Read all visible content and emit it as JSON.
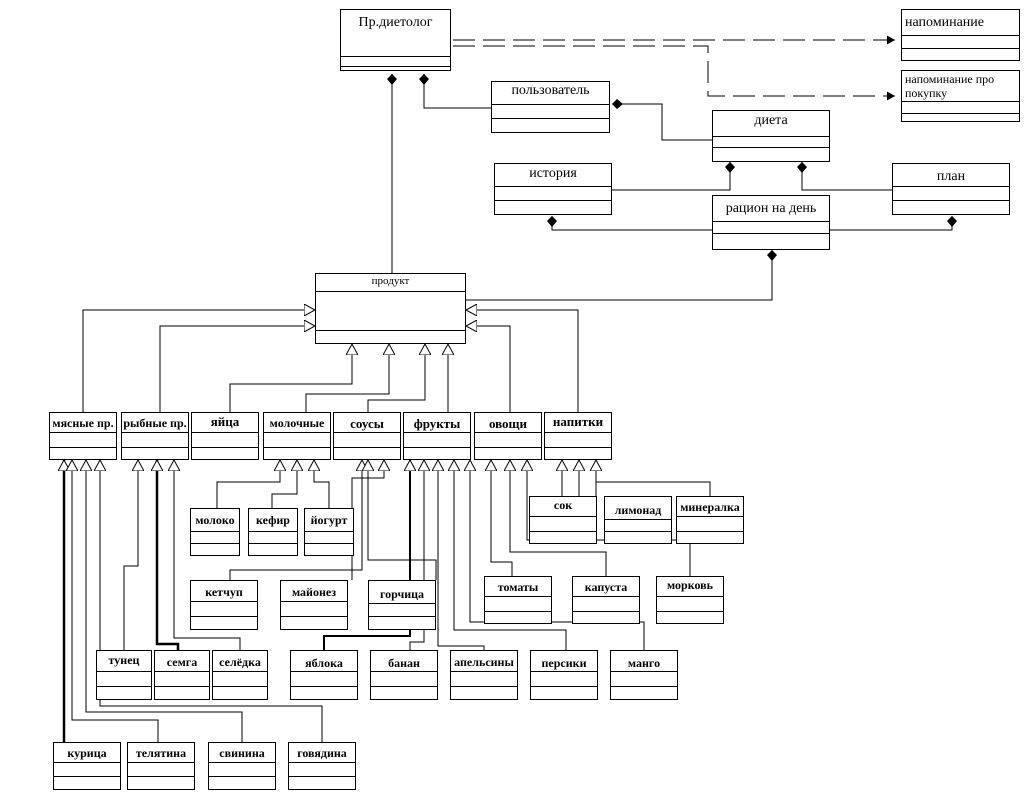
{
  "classes": {
    "dietolog": "Пр.диетолог",
    "reminder": "напоминание",
    "reminder_purchase": "напоминание про покупку",
    "user": "пользователь",
    "diet": "диета",
    "history": "история",
    "plan": "план",
    "day_ration": "рацион на день",
    "product": "продукт",
    "meat": "мясные пр.",
    "fish": "рыбные пр.",
    "eggs": "яйца",
    "dairy": "молочные",
    "sauces": "соусы",
    "fruits": "фрукты",
    "vegetables": "овощи",
    "drinks": "напитки",
    "milk": "молоко",
    "kefir": "кефир",
    "yogurt": "йогурт",
    "juice": "сок",
    "lemonade": "лимонад",
    "mineral": "минералка",
    "ketchup": "кетчуп",
    "mayo": "майонез",
    "mustard": "горчица",
    "tomatoes": "томаты",
    "cabbage": "капуста",
    "carrot": "морковь",
    "tuna": "тунец",
    "salmon": "семга",
    "herring": "селёдка",
    "apples": "яблока",
    "banana": "банан",
    "oranges": "апельсины",
    "peaches": "персики",
    "mango": "манго",
    "chicken": "курица",
    "veal": "телятина",
    "pork": "свинина",
    "beef": "говядина"
  }
}
